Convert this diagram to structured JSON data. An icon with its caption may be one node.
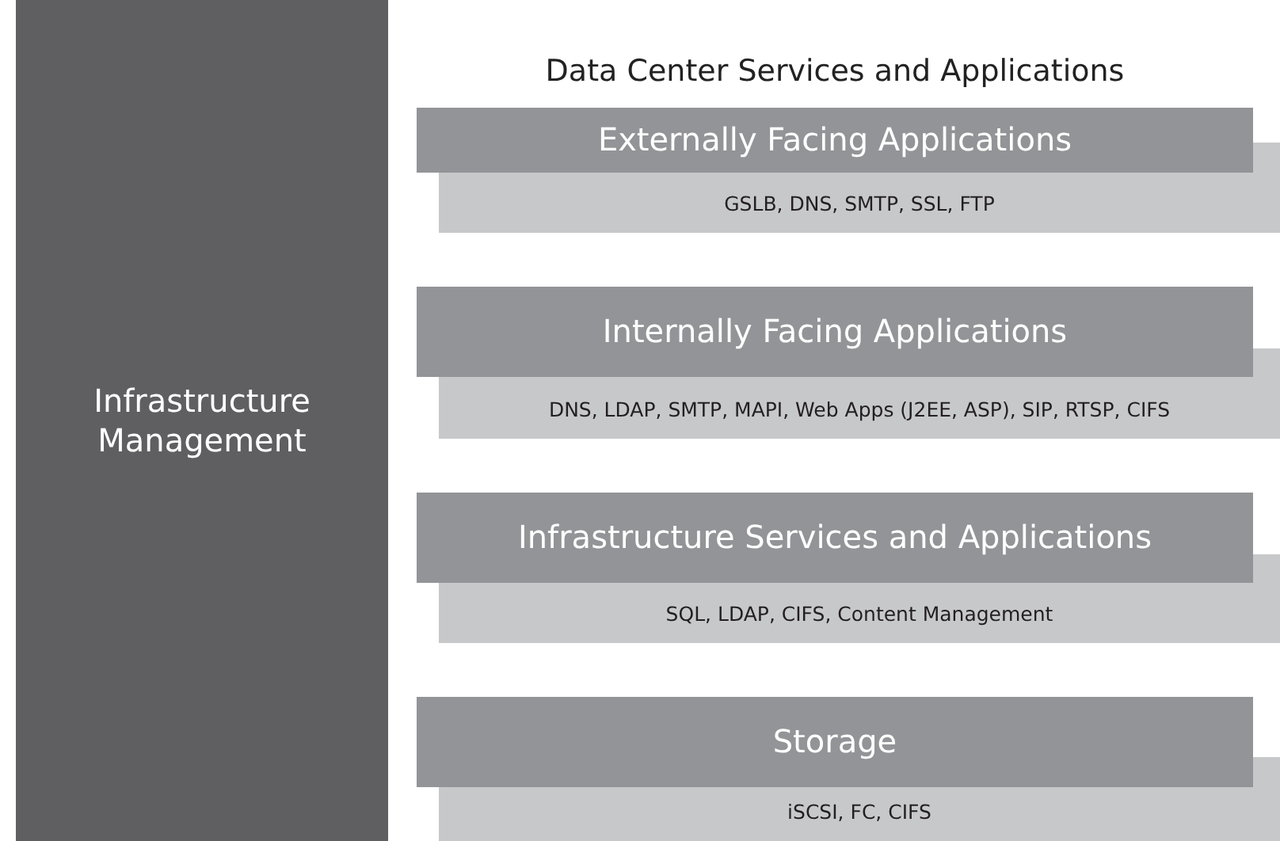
{
  "diagram": {
    "title": "Data Center Services and Applications",
    "nodes": [
      {
        "text": [
          "Infrastructure Management"
        ]
      },
      {
        "text": [
          "Externally Facing Applications"
        ]
      },
      {
        "text": [
          "GSLB, DNS, SMTP, SSL, FTP"
        ]
      },
      {
        "text": [
          "Internally Facing Applications"
        ]
      },
      {
        "text": [
          "DNS, LDAP, SMTP, MAPI, Web Apps (J2EE, ASP), SIP, RTSP, CIFS"
        ]
      },
      {
        "text": [
          "Infrastructure Services and Applications"
        ]
      },
      {
        "text": [
          "SQL, LDAP, CIFS, Content Management"
        ]
      },
      {
        "text": [
          "Storage"
        ]
      },
      {
        "text": [
          "iSCSI, FC, CIFS"
        ]
      }
    ],
    "edges": []
  }
}
